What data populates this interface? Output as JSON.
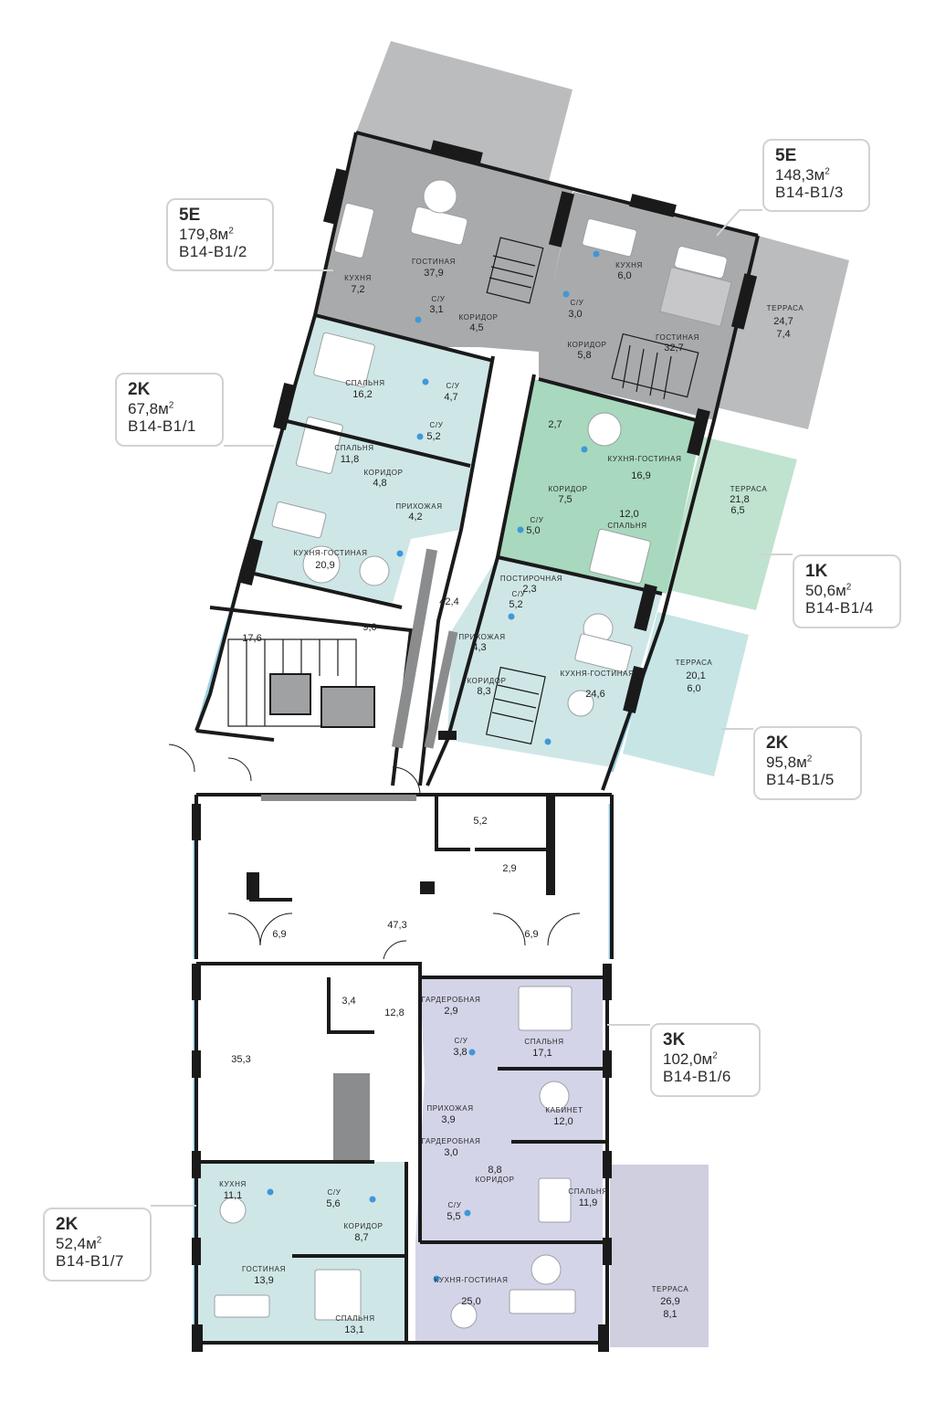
{
  "apartments": [
    {
      "type": "5E",
      "area_value": "179,8",
      "area_unit": "м",
      "area_sup": "2",
      "code": "B14-B1/2"
    },
    {
      "type": "5E",
      "area_value": "148,3",
      "area_unit": "м",
      "area_sup": "2",
      "code": "B14-B1/3"
    },
    {
      "type": "2K",
      "area_value": "67,8",
      "area_unit": "м",
      "area_sup": "2",
      "code": "B14-B1/1"
    },
    {
      "type": "1K",
      "area_value": "50,6",
      "area_unit": "м",
      "area_sup": "2",
      "code": "B14-B1/4"
    },
    {
      "type": "2K",
      "area_value": "95,8",
      "area_unit": "м",
      "area_sup": "2",
      "code": "B14-B1/5"
    },
    {
      "type": "3K",
      "area_value": "102,0",
      "area_unit": "м",
      "area_sup": "2",
      "code": "B14-B1/6"
    },
    {
      "type": "2K",
      "area_value": "52,4",
      "area_unit": "м",
      "area_sup": "2",
      "code": "B14-B1/7"
    }
  ],
  "rooms": [
    {
      "name": "ГОСТИНАЯ",
      "area": "37,9"
    },
    {
      "name": "КУХНЯ",
      "area": "7,2"
    },
    {
      "name": "С/У",
      "area": "3,1"
    },
    {
      "name": "КОРИДОР",
      "area": "4,5"
    },
    {
      "name": "КУХНЯ",
      "area": "6,0"
    },
    {
      "name": "С/У",
      "area": "3,0"
    },
    {
      "name": "КОРИДОР",
      "area": "5,8"
    },
    {
      "name": "ГОСТИНАЯ",
      "area": "32,7"
    },
    {
      "name": "ТЕРРАСА",
      "area": "24,7",
      "sub": "7,4"
    },
    {
      "name": "СПАЛЬНЯ",
      "area": "16,2"
    },
    {
      "name": "С/У",
      "area": "4,7"
    },
    {
      "name": "СПАЛЬНЯ",
      "area": "11,8"
    },
    {
      "name": "С/У",
      "area": "5,2"
    },
    {
      "name": "КОРИДОР",
      "area": "4,8"
    },
    {
      "name": "ПРИХОЖАЯ",
      "area": "4,2"
    },
    {
      "name": "КУХНЯ-ГОСТИНАЯ",
      "area": "20,9"
    },
    {
      "name": "",
      "area": "2,7"
    },
    {
      "name": "КУХНЯ-ГОСТИНАЯ",
      "area": "16,9"
    },
    {
      "name": "КОРИДОР",
      "area": "7,5"
    },
    {
      "name": "СПАЛЬНЯ",
      "area": "12,0"
    },
    {
      "name": "С/У",
      "area": "5,0"
    },
    {
      "name": "ТЕРРАСА",
      "area": "21,8",
      "sub": "6,5"
    },
    {
      "name": "ПОСТИРОЧНАЯ",
      "area": "2,3"
    },
    {
      "name": "С/У",
      "area": "5,2"
    },
    {
      "name": "ПРИХОЖАЯ",
      "area": "4,3"
    },
    {
      "name": "КОРИДОР",
      "area": "8,3"
    },
    {
      "name": "КУХНЯ-ГОСТИНАЯ",
      "area": "24,6"
    },
    {
      "name": "ТЕРРАСА",
      "area": "20,1",
      "sub": "6,0"
    },
    {
      "name": "",
      "area": "42,4"
    },
    {
      "name": "",
      "area": "17,6"
    },
    {
      "name": "",
      "area": "9,0"
    },
    {
      "name": "",
      "area": "5,2"
    },
    {
      "name": "",
      "area": "2,9"
    },
    {
      "name": "",
      "area": "6,9"
    },
    {
      "name": "",
      "area": "47,3"
    },
    {
      "name": "",
      "area": "6,9"
    },
    {
      "name": "",
      "area": "3,4"
    },
    {
      "name": "",
      "area": "12,8"
    },
    {
      "name": "",
      "area": "35,3"
    },
    {
      "name": "ГАРДЕРОБНАЯ",
      "area": "2,9"
    },
    {
      "name": "СПАЛЬНЯ",
      "area": "17,1"
    },
    {
      "name": "С/У",
      "area": "3,8"
    },
    {
      "name": "ПРИХОЖАЯ",
      "area": "3,9"
    },
    {
      "name": "КАБИНЕТ",
      "area": "12,0"
    },
    {
      "name": "ГАРДЕРОБНАЯ",
      "area": "3,0"
    },
    {
      "name": "КОРИДОР",
      "area": "8,8"
    },
    {
      "name": "СПАЛЬНЯ",
      "area": "11,9"
    },
    {
      "name": "С/У",
      "area": "5,5"
    },
    {
      "name": "КУХНЯ-ГОСТИНАЯ",
      "area": "25,0"
    },
    {
      "name": "ТЕРРАСА",
      "area": "26,9",
      "sub": "8,1"
    },
    {
      "name": "КУХНЯ",
      "area": "11,1"
    },
    {
      "name": "С/У",
      "area": "5,6"
    },
    {
      "name": "КОРИДОР",
      "area": "8,7"
    },
    {
      "name": "ГОСТИНАЯ",
      "area": "13,9"
    },
    {
      "name": "СПАЛЬНЯ",
      "area": "13,1"
    }
  ],
  "colors": {
    "apt_5e": "#a9aaac",
    "apt_2k_teal": "#cfe6e7",
    "apt_1k_green": "#a8d8bd",
    "apt_3k_lavender": "#d4d4e8",
    "terrace_gray": "#bbbcbe",
    "terrace_green": "#bfe3cf",
    "terrace_teal": "#c7e5e5",
    "terrace_lavender": "#cfcfe0",
    "wall": "#1a1a1a",
    "callout_border": "#cfd3d3",
    "glazing": "#9ad0e6",
    "water_drop": "#3f98d8"
  }
}
